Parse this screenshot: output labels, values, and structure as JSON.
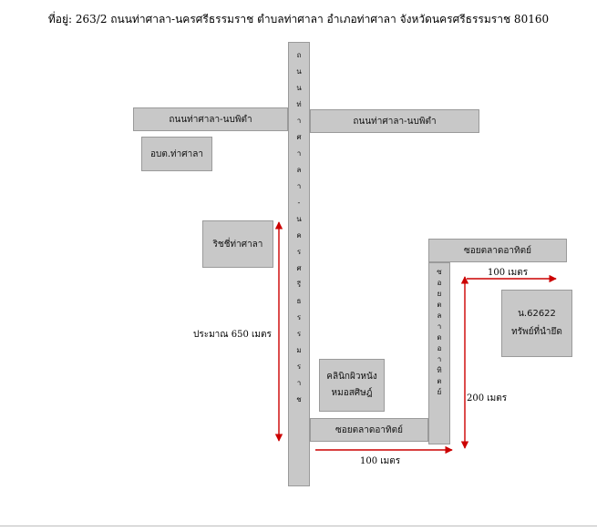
{
  "address": "ที่อยู่: 263/2 ถนนท่าศาลา-นครศรีธรรมราช ตำบลท่าศาลา อำเภอท่าศาลา จังหวัดนครศรีธรรมราช 80160",
  "roads": {
    "main_vertical": "ถนนท่าศาลา-นครศรีธรรมราช",
    "top_left": "ถนนท่าศาลา-นบพิตำ",
    "top_right": "ถนนท่าศาลา-นบพิตำ",
    "soi_top": "ซอยตลาดอาทิตย์",
    "soi_bottom": "ซอยตลาดอาทิตย์",
    "soi_vertical": "ซอยตลาดอาทิตย์"
  },
  "places": {
    "obt": "อบต.ท่าศาลา",
    "resort": "ริชชี่ท่าศาลา",
    "clinic_line1": "คลินิกผิวหนัง",
    "clinic_line2": "หมอสศิษฎ์",
    "property_line1": "น.62622",
    "property_line2": "ทรัพย์ที่นำยึด"
  },
  "distances": {
    "approx_650": "ประมาณ 650 เมตร",
    "right_100": "100 เมตร",
    "bottom_100": "100 เมตร",
    "right_200": "200 เมตร"
  },
  "colors": {
    "road": "#c8c8c8",
    "arrow": "#cc0000"
  }
}
